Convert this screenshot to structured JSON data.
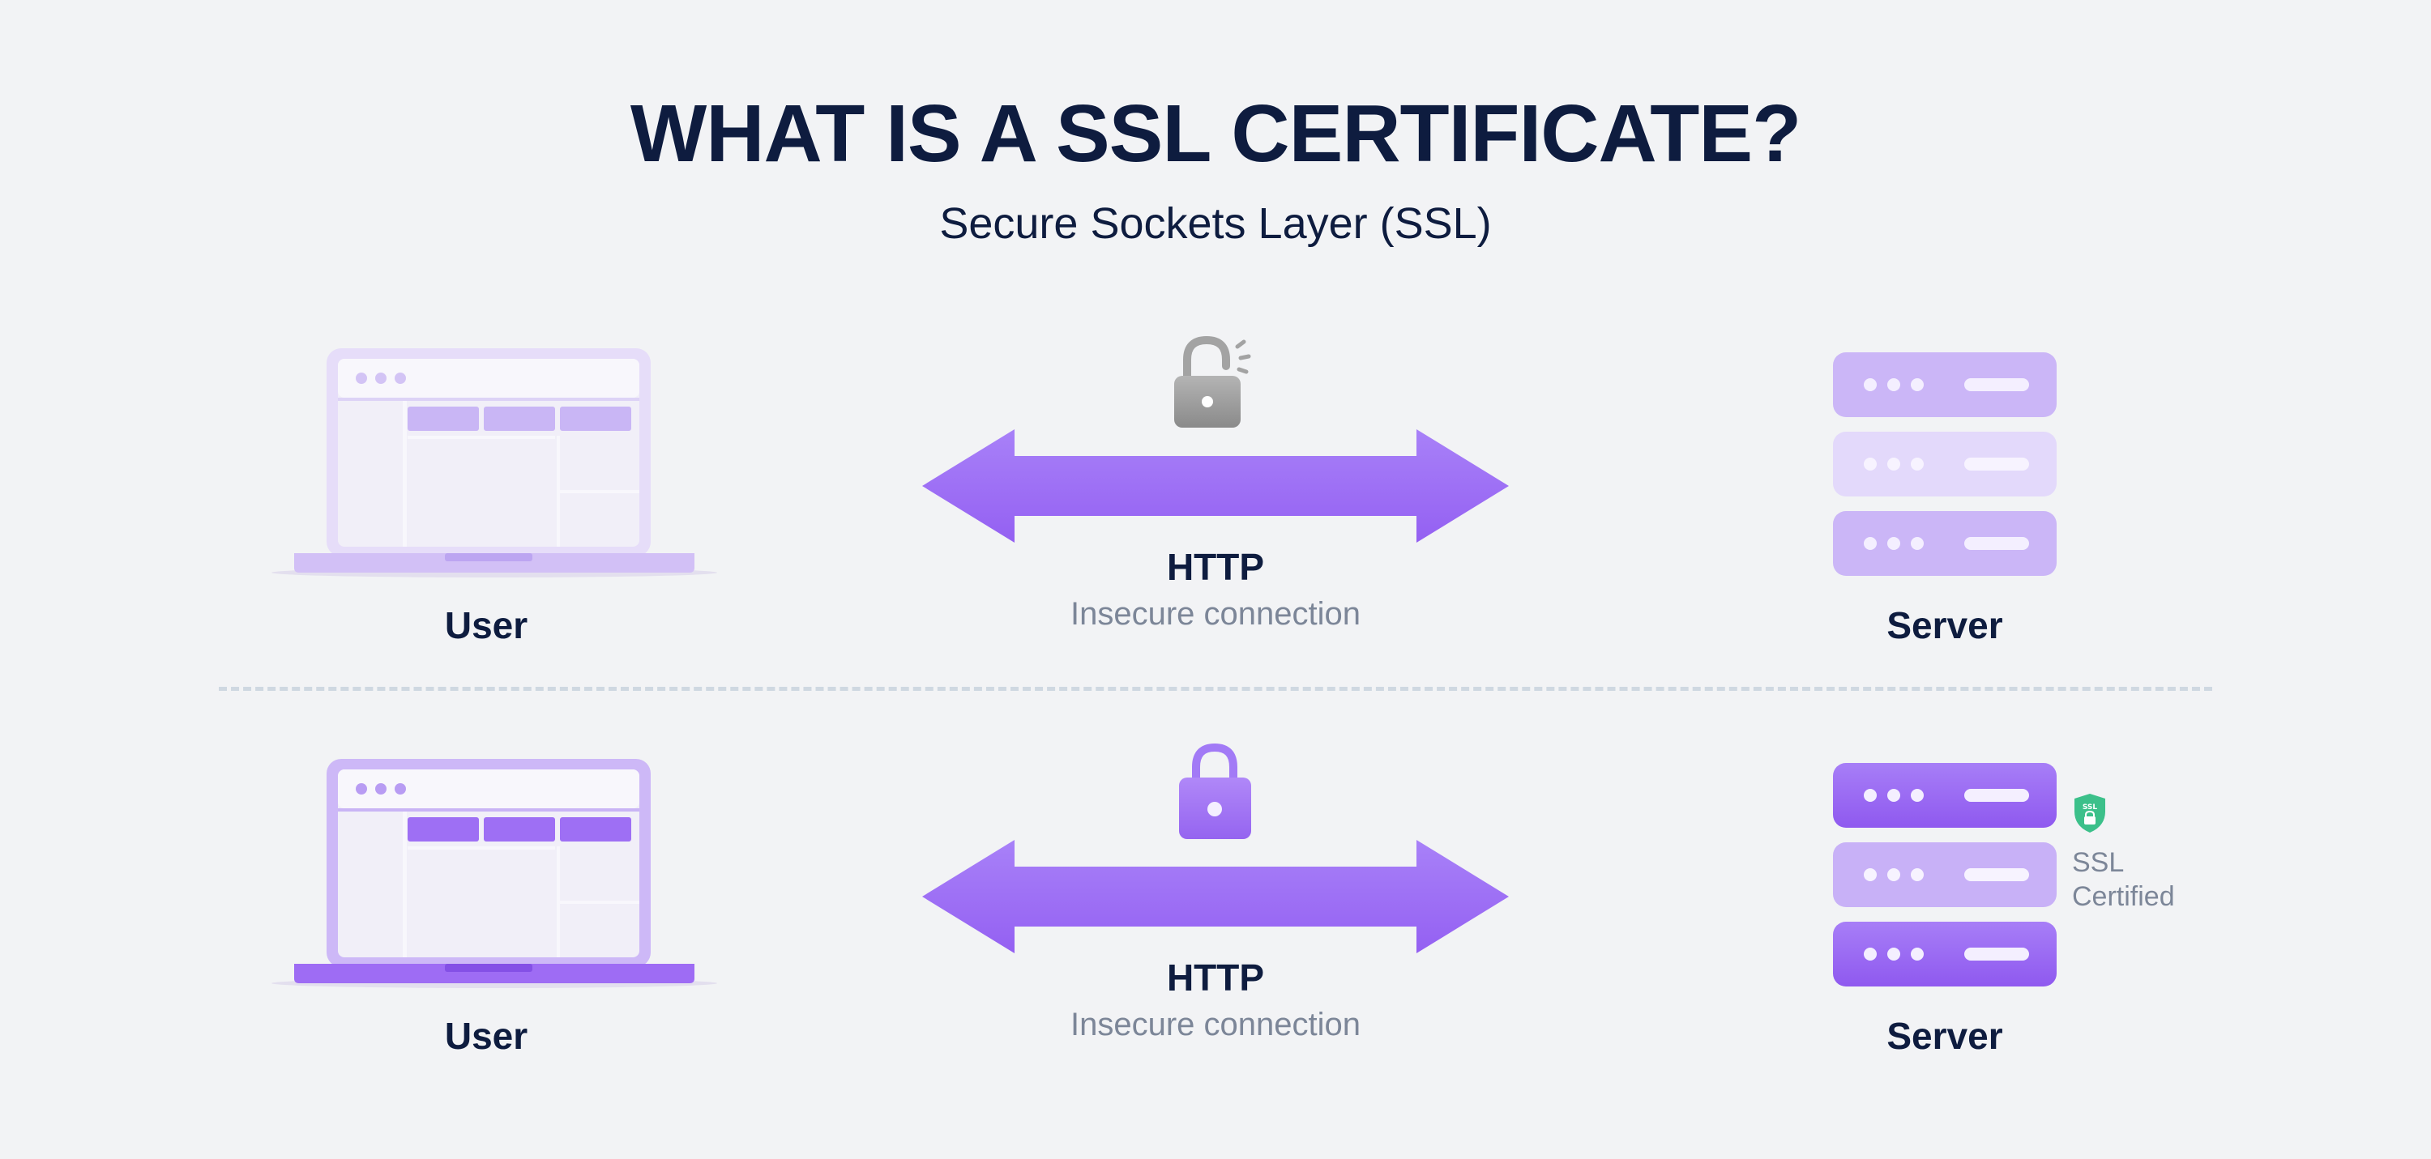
{
  "title": "WHAT IS A SSL CERTIFICATE?",
  "subtitle": "Secure Sockets Layer (SSL)",
  "rows": [
    {
      "client_label": "User",
      "protocol": "HTTP",
      "connection": "Insecure connection",
      "server_label": "Server",
      "lock_state": "unlocked",
      "lock_icon": "unlocked-padlock-icon"
    },
    {
      "client_label": "User",
      "protocol": "HTTP",
      "connection": "Insecure connection",
      "server_label": "Server",
      "lock_state": "locked",
      "lock_icon": "locked-padlock-icon",
      "badge": {
        "icon": "ssl-shield-icon",
        "text": "SSL",
        "line1": "SSL",
        "line2": "Certified"
      }
    }
  ],
  "colors": {
    "title": "#0e1c3f",
    "muted_text": "#7c8698",
    "accent_purple": "#9c6af5",
    "light_purple": "#cfbdf7",
    "lock_gray": "#9a9a9a",
    "badge_green": "#3cc08a",
    "divider": "#cfd8e1",
    "background": "#f2f3f5"
  }
}
